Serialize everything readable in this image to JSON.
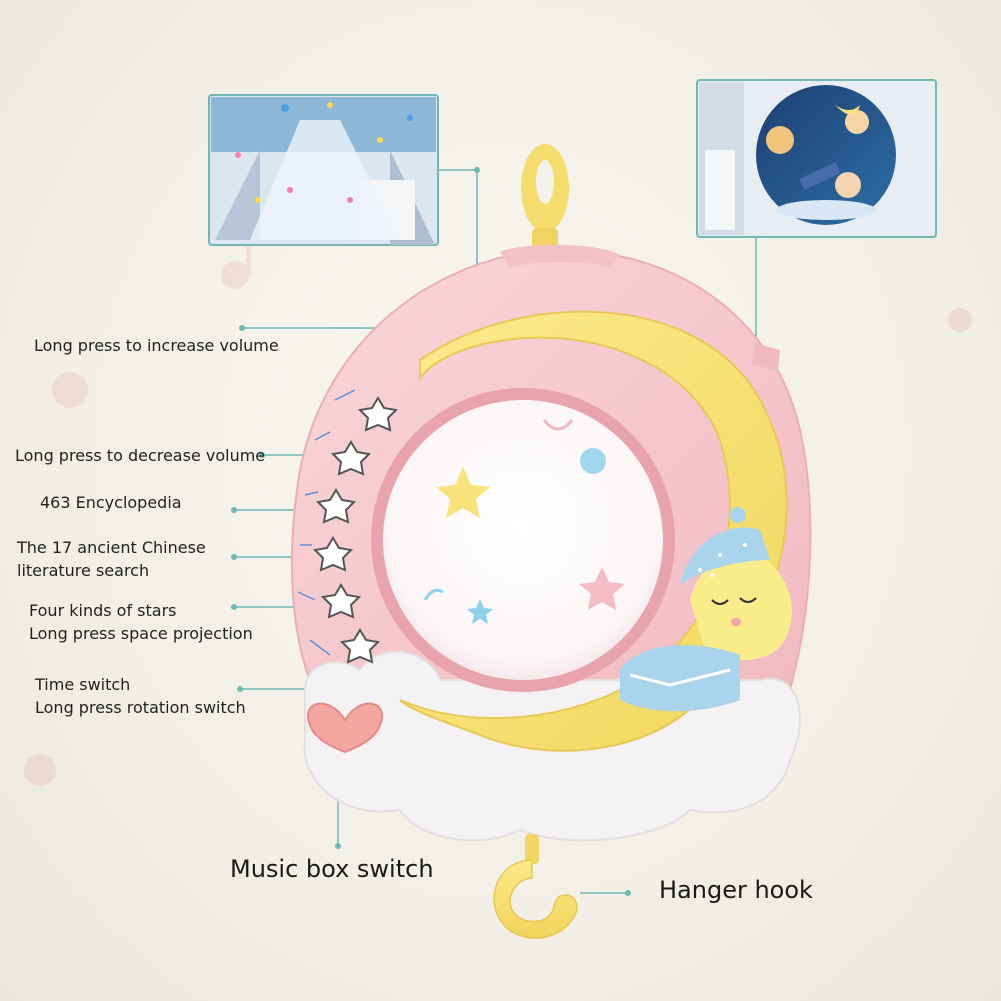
{
  "labels": {
    "volume_up": "Long press to increase volume",
    "volume_down": "Long press to decrease volume",
    "encyclopedia": "463 Encyclopedia",
    "literature_line1": "The 17 ancient Chinese",
    "literature_line2": "literature search",
    "stars_line1": "Four kinds of stars",
    "stars_line2": "Long press space projection",
    "time_line1": "Time switch",
    "time_line2": "Long press rotation switch",
    "music_box": "Music box switch",
    "hanger": "Hanger hook"
  },
  "colors": {
    "leader_line": "#6fb8b3",
    "toy_pink": "#f6c9cf",
    "toy_yellow": "#f7e37a",
    "dome": "#fbf7f8",
    "cloud": "#f2f0f1",
    "hat_blue": "#a9d4ec"
  },
  "icons": [
    "star-button-icon",
    "heart-button-icon",
    "moon-icon",
    "sleeping-star-icon",
    "hanger-hook-icon",
    "hanger-loop-icon"
  ]
}
